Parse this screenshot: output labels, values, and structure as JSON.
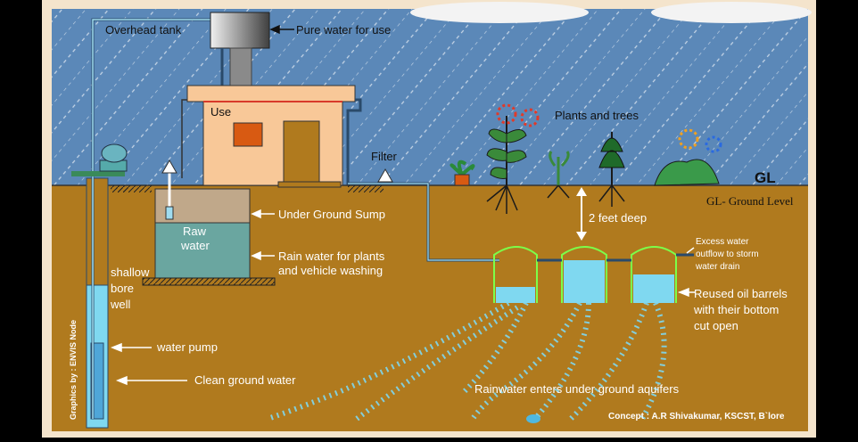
{
  "labels": {
    "overhead_tank": "Overhead tank",
    "pure_water": "Pure water for use",
    "use": "Use",
    "plants_trees": "Plants and trees",
    "filter": "Filter",
    "gl": "GL",
    "gl_ground_level": "GL- Ground Level",
    "raw_water_line1": "Raw",
    "raw_water_line2": "water",
    "under_ground_sump": "Under Ground Sump",
    "rain_water_line1": "Rain water for plants",
    "rain_water_line2": "and vehicle washing",
    "two_feet_deep": "2 feet deep",
    "excess_line1": "Excess water",
    "excess_line2": "outflow to storm",
    "excess_line3": "water drain",
    "barrels_line1": "Reused oil barrels",
    "barrels_line2": "with their bottom",
    "barrels_line3": "cut open",
    "shallow_line1": "shallow",
    "shallow_line2": "bore",
    "shallow_line3": "well",
    "water_pump": "water pump",
    "clean_ground_water": "Clean ground water",
    "rainwater_aquifers": "Rainwater enters under ground aquifers",
    "graphics_credit": "Graphics by : ENVIS Node",
    "concept_credit": "Concept : A.R Shivakumar, KSCST, B`lore"
  },
  "colors": {
    "sky": "#5b88b8",
    "soil": "#b07a1e",
    "house": "#f8c898",
    "roof": "#f8c898",
    "door": "#b07a1e",
    "window": "#d85a12",
    "water_light": "#7fd8f0",
    "barrel_outline": "#7cff4a",
    "sump_water": "#6aa6a0",
    "sump_top": "#c0a88a",
    "rain_streak": "#ffffff",
    "text_dark": "#111111"
  }
}
